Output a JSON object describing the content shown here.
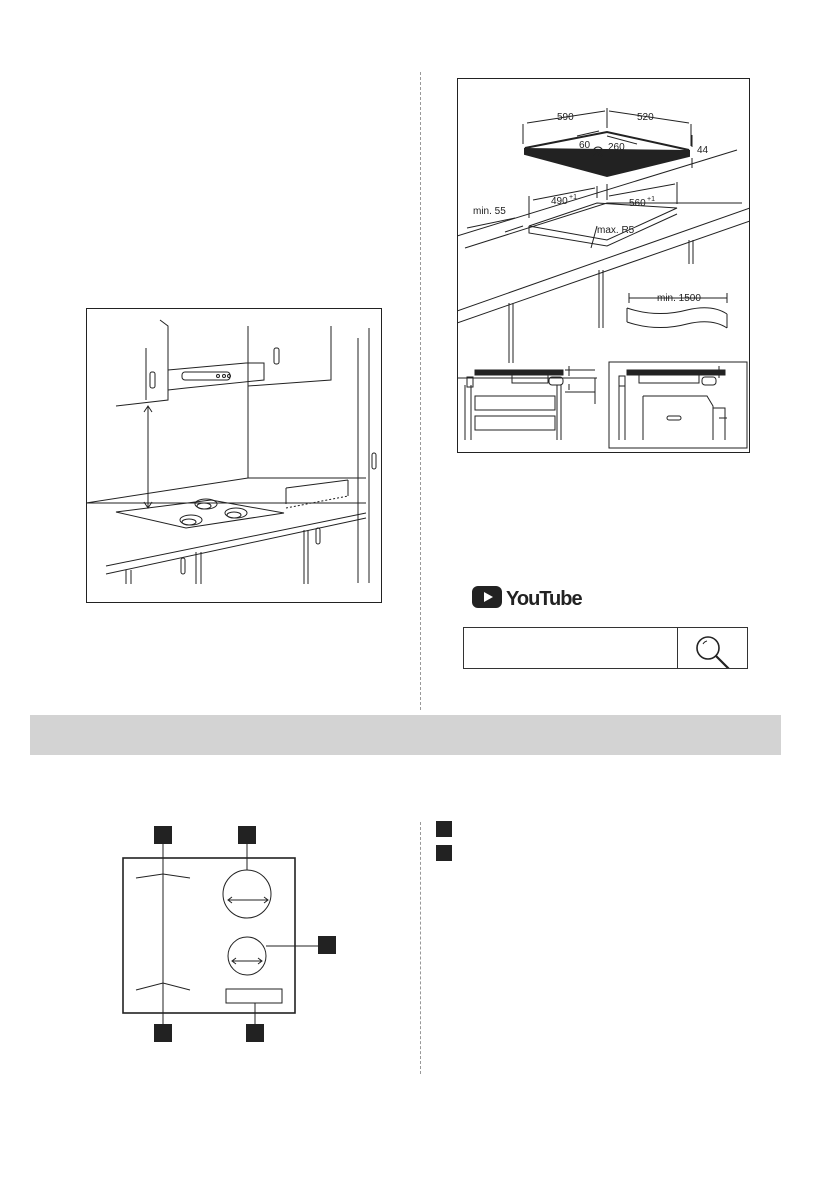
{
  "installation_diagram": {
    "dimensions": {
      "width": "590",
      "depth": "520",
      "height": "44",
      "terminal_offset": "60",
      "terminal_distance": "260",
      "cutout_depth": "490",
      "cutout_depth_tol": "+1",
      "cutout_width": "560",
      "cutout_width_tol": "+1",
      "min_edge": "min. 55",
      "corner_radius": "max. R5",
      "cable_length": "min. 1500"
    }
  },
  "youtube": {
    "brand": "YouTube"
  },
  "search": {
    "value": "",
    "placeholder": ""
  },
  "colors": {
    "band": "#d3d3d3",
    "ink": "#222222",
    "youtube_red": "#222222"
  },
  "icons": {
    "search": "magnifier-icon",
    "youtube": "youtube-play-icon",
    "plug": "power-symbol-icon"
  }
}
